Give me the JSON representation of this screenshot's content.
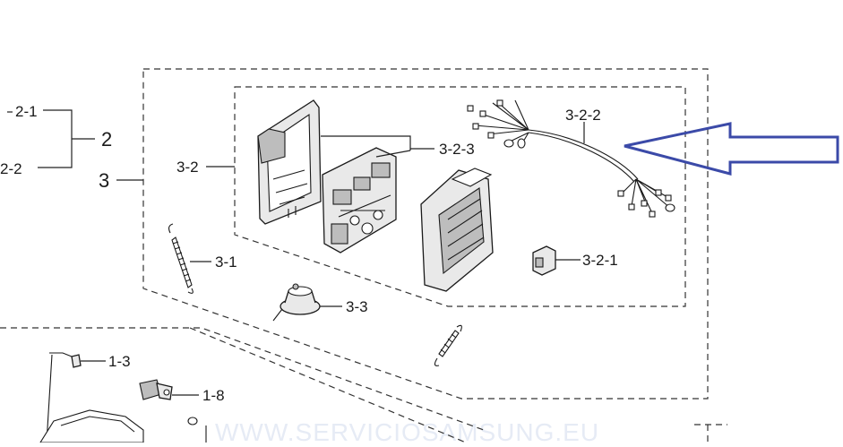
{
  "labels": {
    "l_2_1": "2-1",
    "l_2_2": "2-2",
    "l_2": "2",
    "l_3": "3",
    "l_3_2": "3-2",
    "l_3_2_3": "3-2-3",
    "l_3_2_2": "3-2-2",
    "l_3_2_1": "3-2-1",
    "l_3_1": "3-1",
    "l_3_3": "3-3",
    "l_1_3": "1-3",
    "l_1_8": "1-8"
  },
  "watermark": "WWW.SERVICIOSAMSUNG.EU",
  "colors": {
    "arrow": "#3b4aa8",
    "line": "#1a1a1a",
    "watermark": "#e6ebf5"
  }
}
